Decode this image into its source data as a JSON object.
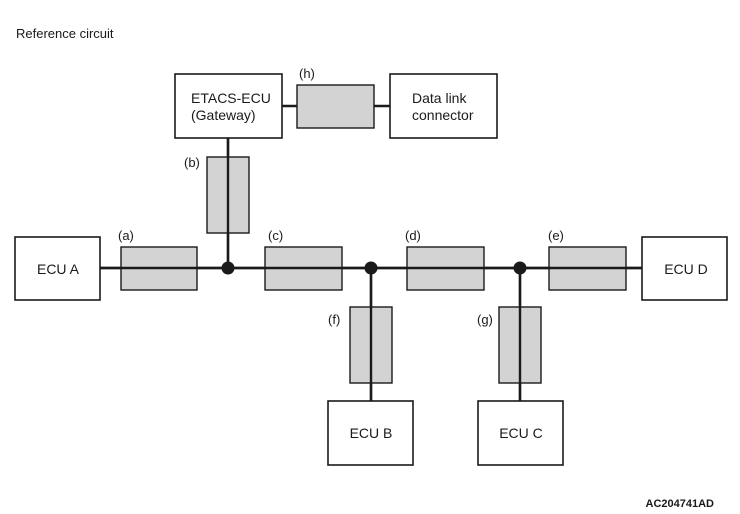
{
  "title": "Reference circuit",
  "figure_code": "AC204741AD",
  "boxes": {
    "gateway": {
      "line1": "ETACS-ECU",
      "line2": "(Gateway)"
    },
    "dlc": {
      "line1": "Data link",
      "line2": "connector"
    },
    "ecu_a": {
      "label": "ECU A"
    },
    "ecu_b": {
      "label": "ECU B"
    },
    "ecu_c": {
      "label": "ECU C"
    },
    "ecu_d": {
      "label": "ECU D"
    }
  },
  "segments": {
    "a": "(a)",
    "b": "(b)",
    "c": "(c)",
    "d": "(d)",
    "e": "(e)",
    "f": "(f)",
    "g": "(g)",
    "h": "(h)"
  }
}
